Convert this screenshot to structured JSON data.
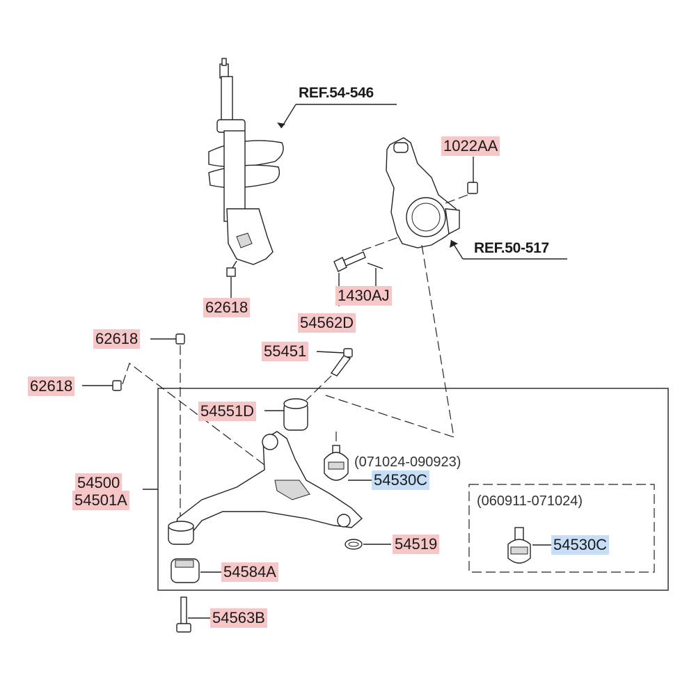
{
  "labels": {
    "ref_strut": "REF.54-546",
    "ref_knuckle": "REF.50-517",
    "p1022aa": "1022AA",
    "p62618_strut": "62618",
    "p1430aj": "1430AJ",
    "p54562d": "54562D",
    "p62618_a": "62618",
    "p62618_b": "62618",
    "p55451": "55451",
    "p54551d": "54551D",
    "date_range_1": "(071024-090923)",
    "p54530c_1": "54530C",
    "p54500": "54500",
    "p54501a": "54501A",
    "date_range_2": "(060911-071024)",
    "p54530c_2": "54530C",
    "p54519": "54519",
    "p54584a": "54584A",
    "p54563b": "54563B"
  },
  "colors": {
    "label_highlight": "#f7c6c6",
    "label_highlight_alt": "#c7def7",
    "line": "#222222"
  },
  "icons": [
    "strut-assembly-icon",
    "steering-knuckle-icon",
    "lower-arm-icon",
    "ball-joint-icon",
    "bushing-icon",
    "bolt-icon",
    "nut-icon",
    "pin-icon",
    "snap-ring-icon"
  ]
}
